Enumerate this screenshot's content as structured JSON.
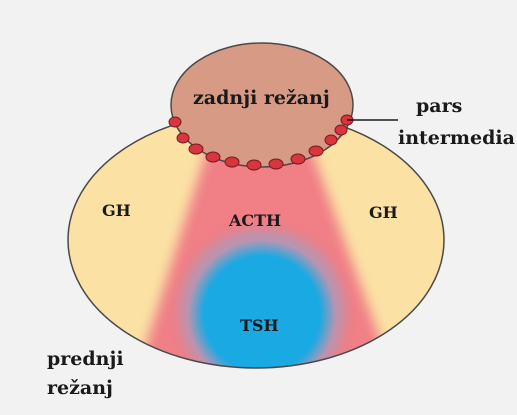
{
  "labels": {
    "posterior_lobe": "zadnji režanj",
    "pars_intermedia_line1": "pars",
    "pars_intermedia_line2": "intermedia",
    "gh_left": "GH",
    "gh_right": "GH",
    "acth": "ACTH",
    "tsh": "TSH",
    "anterior_lobe_line1": "prednji",
    "anterior_lobe_line2": "režanj"
  },
  "colors": {
    "background": "#f2f2f2",
    "anterior_lobe_fill": "#fbe2a4",
    "outline": "#4a4a4a",
    "acth_zone": "#f07f86",
    "tsh_zone": "#19a9e3",
    "posterior_lobe_fill": "#d79a85",
    "pars_intermedia_cells": "#d8353f"
  }
}
